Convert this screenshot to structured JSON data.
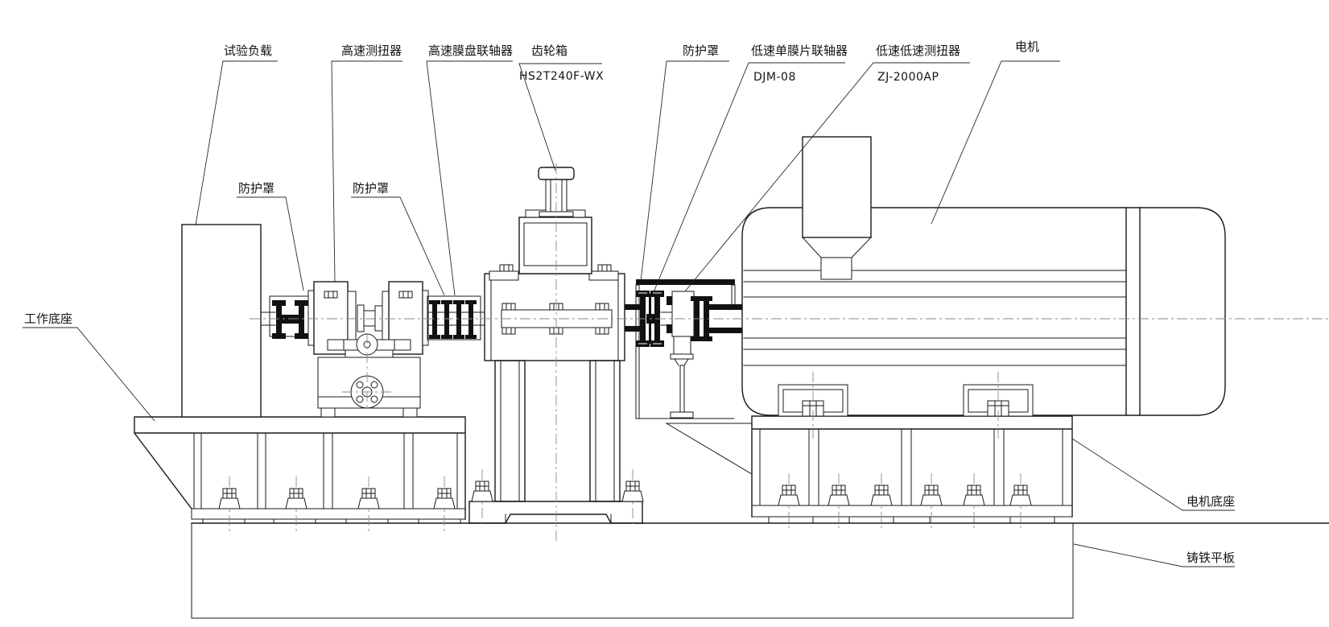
{
  "drawing": {
    "labels": {
      "test_load": "试验负载",
      "guard_left": "防护罩",
      "guard_mid": "防护罩",
      "guard_right": "防护罩",
      "hs_torque_meter": "高速测扭器",
      "hs_diaphragm_coupling": "高速膜盘联轴器",
      "gearbox": "齿轮箱",
      "gearbox_model": "HS2T240F-WX",
      "ls_coupling": "低速单膜片联轴器",
      "ls_coupling_model": "DJM-08",
      "ls_torque_meter": "低速低速测扭器",
      "ls_torque_meter_model": "ZJ-2000AP",
      "motor": "电机",
      "work_base": "工作底座",
      "motor_base": "电机底座",
      "cast_iron_plate": "铸铁平板"
    },
    "colors": {
      "line": "#1a1a1a",
      "fill_black": "#111111",
      "centerline": "#8a8a8a",
      "background": "#ffffff"
    }
  }
}
